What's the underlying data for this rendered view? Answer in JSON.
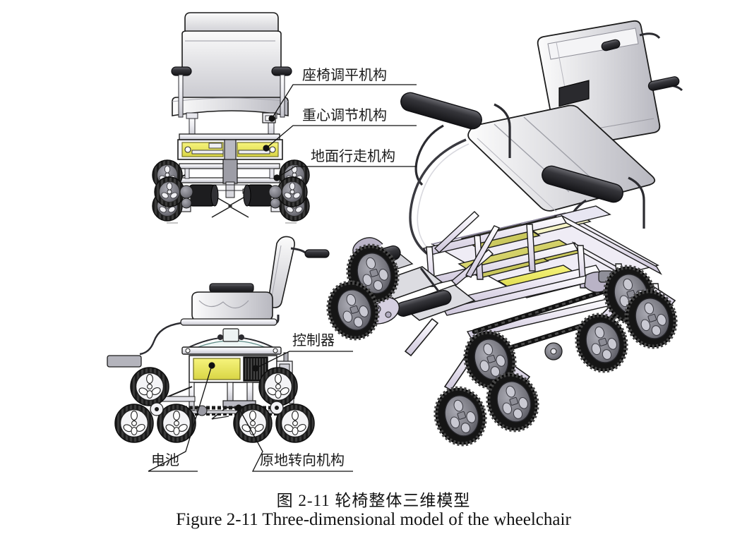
{
  "figure": {
    "caption_cn": "图 2-11  轮椅整体三维模型",
    "caption_en": "Figure 2-11 Three-dimensional model of the wheelchair"
  },
  "annotations": [
    {
      "id": "seat-leveling",
      "label": "座椅调平机构"
    },
    {
      "id": "cog-adjust",
      "label": "重心调节机构"
    },
    {
      "id": "ground-travel",
      "label": "地面行走机构"
    },
    {
      "id": "controller",
      "label": "控制器"
    },
    {
      "id": "battery",
      "label": "电池"
    },
    {
      "id": "in-place-steering",
      "label": "原地转向机构"
    }
  ],
  "views": {
    "front": {
      "name": "front-view-wheelchair"
    },
    "side": {
      "name": "side-view-wheelchair"
    },
    "iso": {
      "name": "isometric-3d-wheelchair-model"
    }
  },
  "colors": {
    "battery_yellow": "#f3ef55",
    "battery_olive": "#c9c855",
    "frame_lavender": "#e2dcec",
    "frame_light": "#f2eef7",
    "seat_gray": "#d9d9dd",
    "seat_light": "#ececed",
    "armrest_dark": "#3b3b3f",
    "tire_black": "#1a1a1a",
    "hub_gray": "#7a7a82",
    "outline": "#1c1c1c",
    "leader_line": "#111111",
    "bg": "#ffffff"
  }
}
